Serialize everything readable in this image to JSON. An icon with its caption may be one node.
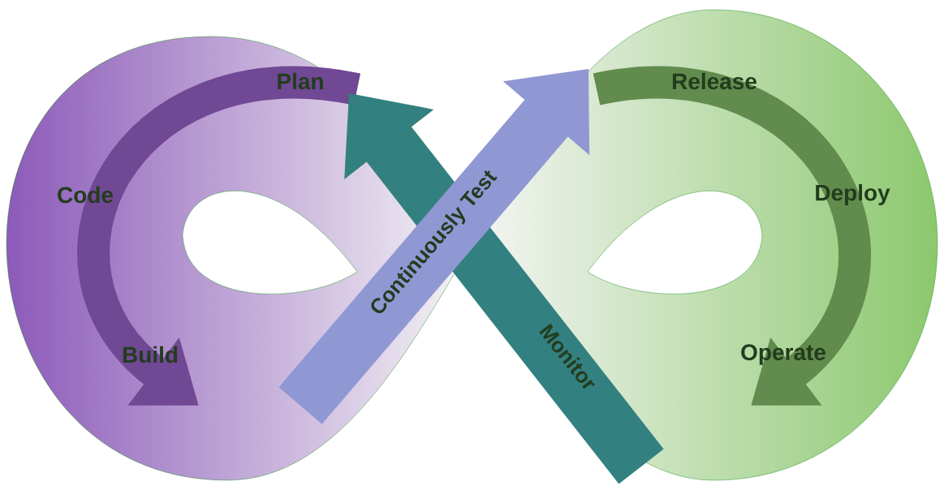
{
  "diagram": {
    "nodes": [
      {
        "text": [
          "Monitor"
        ]
      },
      {
        "text": [
          "Continuously Test"
        ]
      }
    ],
    "labels": [
      "Plan",
      "Release",
      "Code",
      "Deploy",
      "Build",
      "Operate"
    ]
  }
}
